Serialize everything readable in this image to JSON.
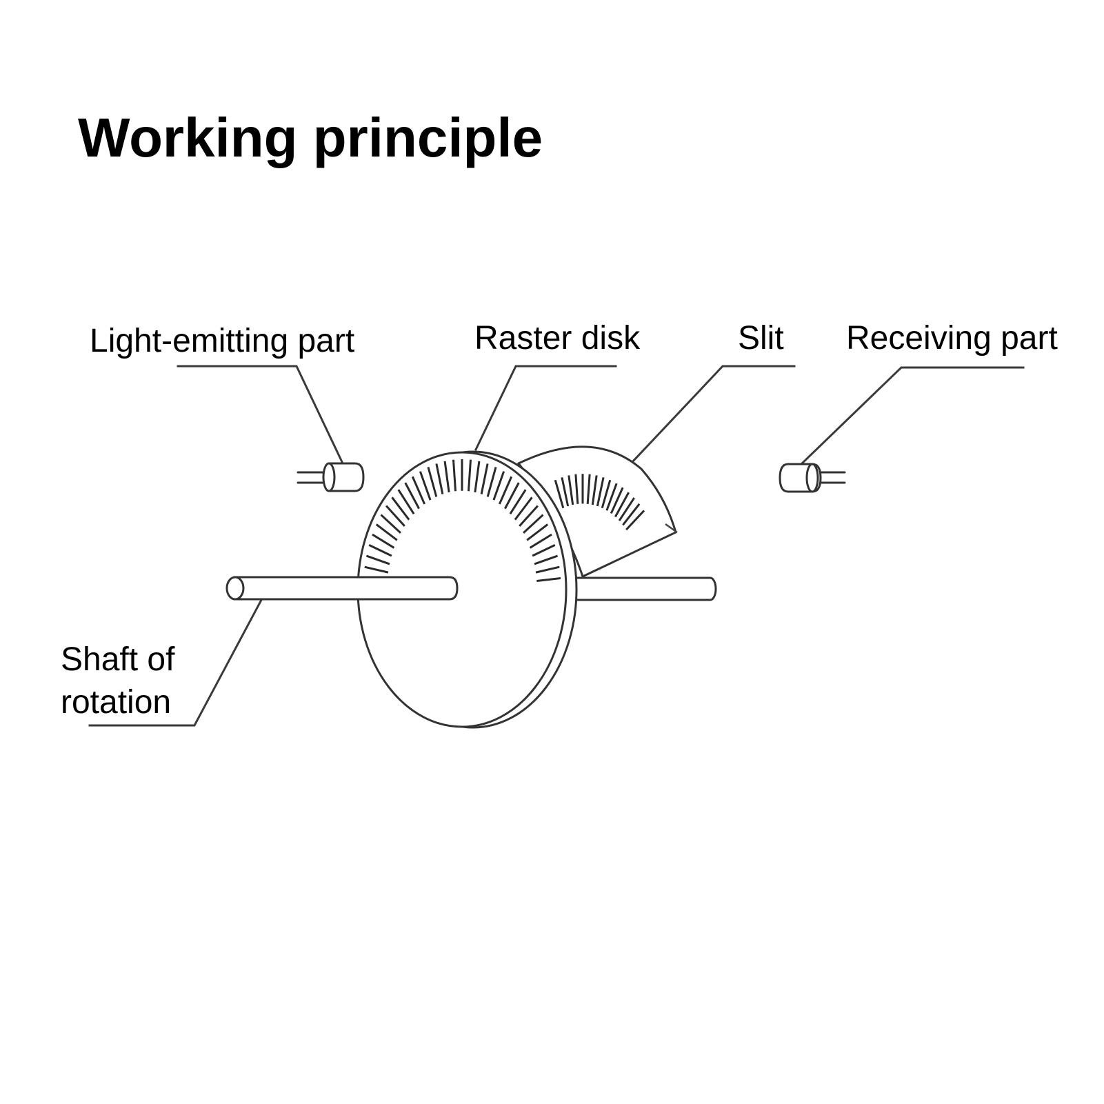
{
  "title": "Working principle",
  "labels": {
    "light_emitting": "Light-emitting part",
    "raster_disk": "Raster disk",
    "slit": "Slit",
    "receiving": "Receiving part",
    "shaft_line1": "Shaft of",
    "shaft_line2": "rotation"
  },
  "colors": {
    "background": "#ffffff",
    "text": "#000000",
    "line": "#333333"
  },
  "icons": [
    "emitter-cylinder-icon",
    "receiver-cylinder-icon",
    "raster-disk-icon",
    "slit-plate-icon",
    "shaft-icon"
  ]
}
